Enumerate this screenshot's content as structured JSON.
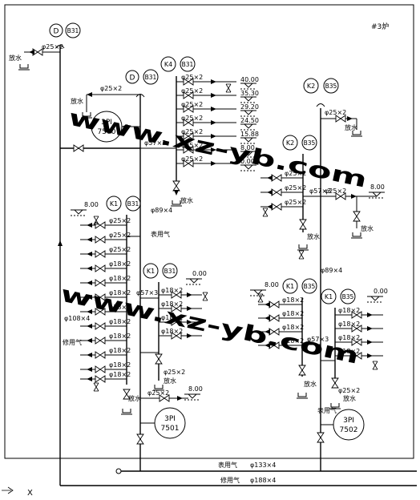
{
  "drawing_no": "#3炉",
  "pipe_small": "φ25×2",
  "pipe_trunk": "φ57×3",
  "pipe_89": "φ89×4",
  "pipe_108": "φ108×4",
  "pipe_133": "φ133×4",
  "pipe_188": "φ188×4",
  "pipe_branch": "φ18×2",
  "drain_label": "放水",
  "meter_air_label": "表用气",
  "repair_air_label": "修用气",
  "tags": {
    "D": "D",
    "B31": "B31",
    "K4": "K4",
    "K2": "K2",
    "K1": "K1",
    "B35": "B35"
  },
  "elevations": {
    "e40": "40.00",
    "e3530": "35.30",
    "e2920": "29.20",
    "e2450": "24.50",
    "e1588": "15.88",
    "e8": "8.00",
    "e0": "0.00"
  },
  "units": {
    "u7500_a": "3PI",
    "u7500_b": "7500",
    "u7501_a": "3PI",
    "u7501_b": "7501",
    "u7502_a": "3PI",
    "u7502_b": "7502"
  },
  "watermark": {
    "w1": "www.xz-yb.com",
    "w2": "www.xz-yb.com"
  },
  "icon_glyph": "X"
}
